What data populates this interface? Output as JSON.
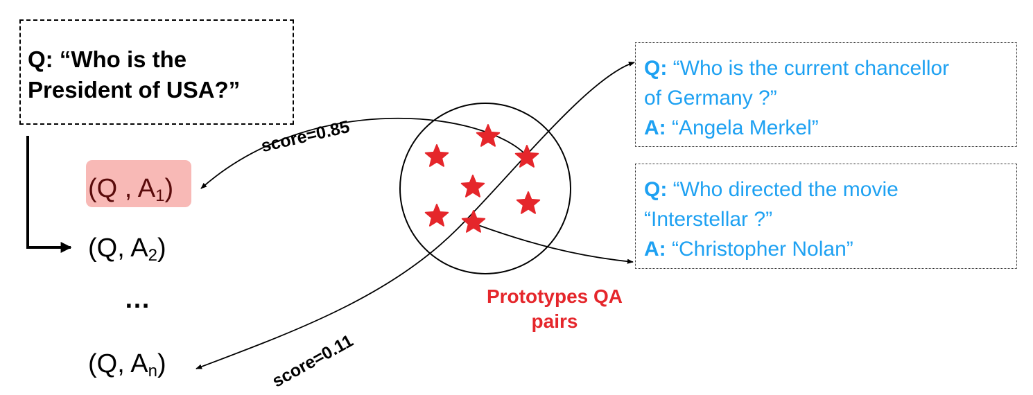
{
  "query": {
    "line1": "Q: “Who is the",
    "line2": "President of USA?”"
  },
  "candidates": {
    "pair1": {
      "text": "(Q , A",
      "sub": "1",
      "close": ")"
    },
    "pair2": {
      "text": "(Q, A",
      "sub": "2",
      "close": ")"
    },
    "ellipsis": "…",
    "pairn": {
      "text": "(Q, A",
      "sub": "n",
      "close": ")"
    }
  },
  "scores": {
    "score1": "score=0.85",
    "score2": "score=0.11"
  },
  "prototypes": {
    "label_line1": "Prototypes QA",
    "label_line2": "pairs",
    "star_color": "#e5262b"
  },
  "qa_examples": [
    {
      "q_prefix": "Q:",
      "q_line1": " “Who is the current chancellor",
      "q_line2": "of Germany ?”",
      "a_prefix": "A:",
      "a_text": " “Angela Merkel”"
    },
    {
      "q_prefix": "Q:",
      "q_line1": " “Who directed the movie",
      "q_line2": "“Interstellar ?”",
      "a_prefix": "A:",
      "a_text": " “Christopher Nolan”"
    }
  ],
  "colors": {
    "highlight": "#f8b9b6",
    "qa_text": "#1ea1f2",
    "prototype_label": "#e5262b"
  }
}
